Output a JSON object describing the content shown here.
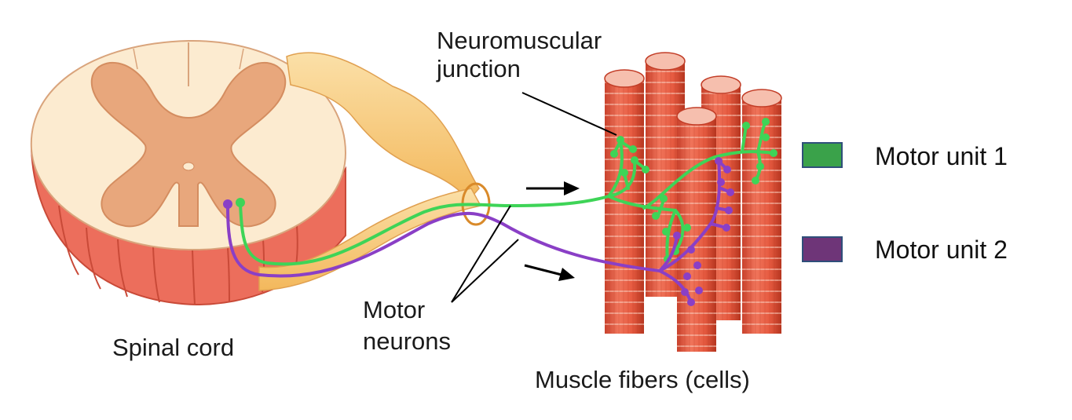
{
  "labels": {
    "spinal_cord": "Spinal cord",
    "nmj_line1": "Neuromuscular",
    "nmj_line2": "junction",
    "motor_neurons_line1": "Motor",
    "motor_neurons_line2": "neurons",
    "muscle_fibers": "Muscle fibers (cells)"
  },
  "legend": [
    {
      "label": "Motor unit 1",
      "color": "#3aa24a"
    },
    {
      "label": "Motor unit 2",
      "color": "#6e3578"
    }
  ],
  "colors": {
    "unit1_neuron": "#3ed457",
    "unit2_neuron": "#8a3fc6",
    "grey_matter": "#e8a77c",
    "white_matter": "#fcebd0",
    "cord_side": "#ec6e5c",
    "nerve": "#f7c779",
    "muscle": "#e45f45"
  }
}
